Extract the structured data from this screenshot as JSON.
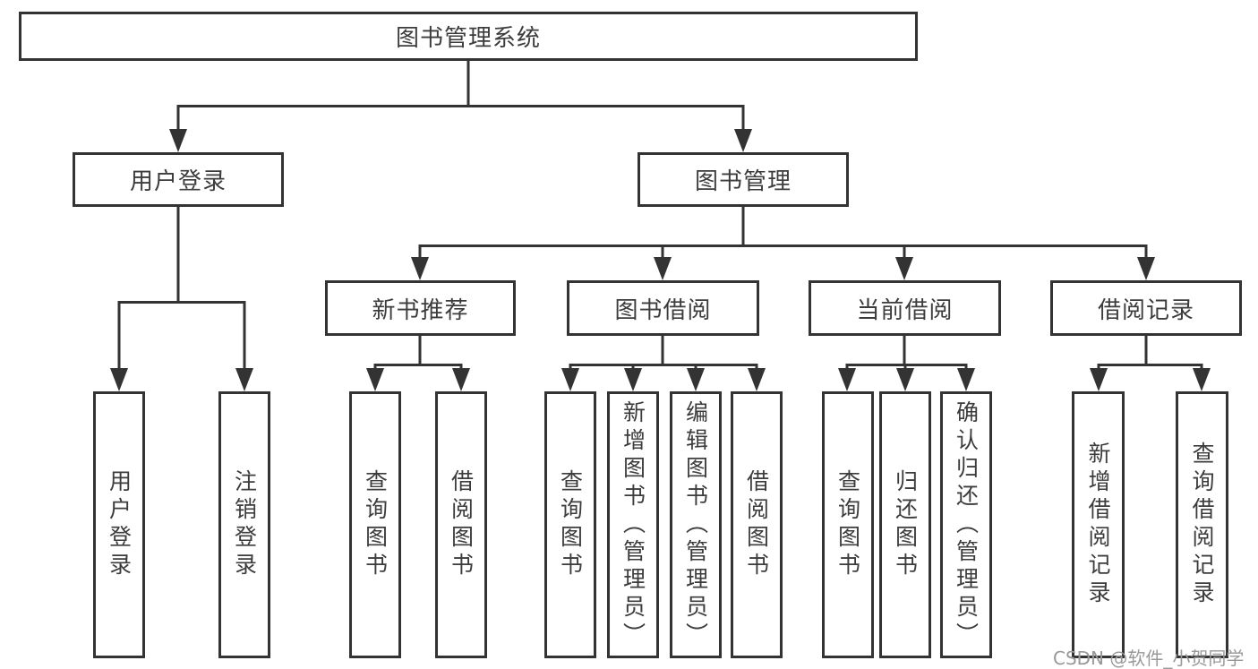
{
  "diagram": {
    "root": "图书管理系统",
    "level2": {
      "user_login": "用户登录",
      "book_management": "图书管理"
    },
    "level3": {
      "new_book_recommend": "新书推荐",
      "book_borrow": "图书借阅",
      "current_borrow": "当前借阅",
      "borrow_records": "借阅记录"
    },
    "leaves": {
      "user_login": "用户登录",
      "logout": "注销登录",
      "query_books_recommend": "查询图书",
      "borrow_books_recommend": "借阅图书",
      "query_books_borrow": "查询图书",
      "add_book_admin": "新增图书（管理员）",
      "edit_book_admin": "编辑图书（管理员）",
      "borrow_books_borrow": "借阅图书",
      "query_books_current": "查询图书",
      "return_book": "归还图书",
      "confirm_return_admin": "确认归还（管理员）",
      "add_borrow_record": "新增借阅记录",
      "query_borrow_record": "查询借阅记录"
    },
    "colors": {
      "line": "#333333",
      "text": "#3c3c3c",
      "watermark": "#999999"
    }
  },
  "watermark": "CSDN @软件_小贺同学"
}
